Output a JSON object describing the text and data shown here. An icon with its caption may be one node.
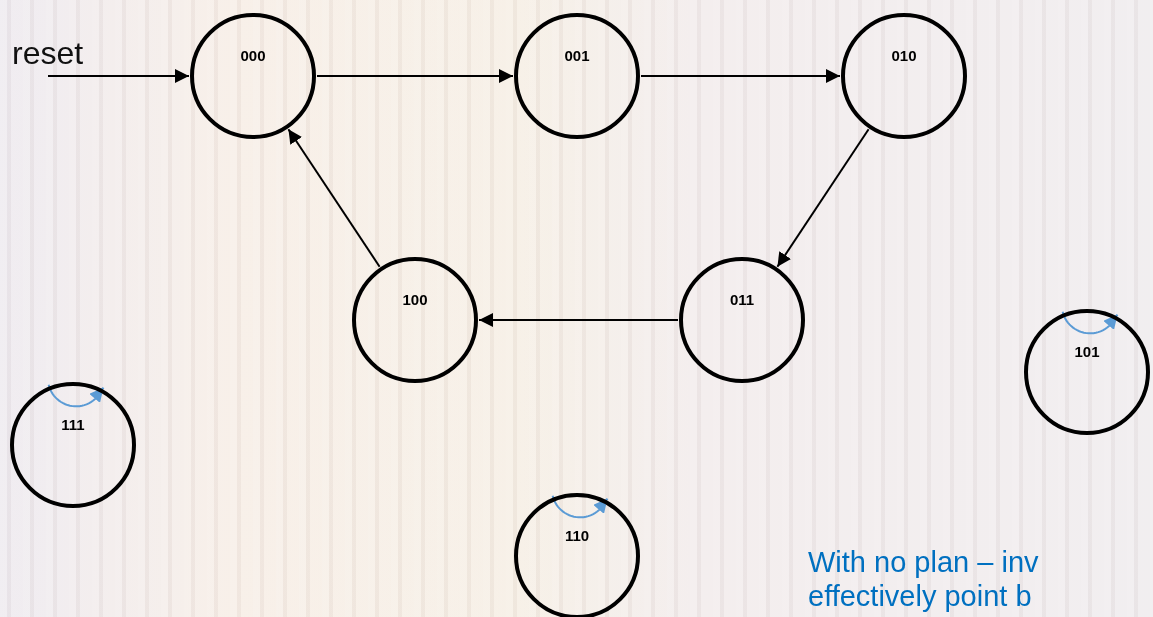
{
  "diagram": {
    "nodes": [
      {
        "text": [
          "reset"
        ]
      },
      {
        "text": [
          "000"
        ]
      },
      {
        "text": [
          "001"
        ]
      },
      {
        "text": [
          "010"
        ]
      },
      {
        "text": [
          "011"
        ]
      },
      {
        "text": [
          "100"
        ]
      },
      {
        "text": [
          "101"
        ]
      },
      {
        "text": [
          "111"
        ]
      },
      {
        "text": [
          "110"
        ]
      }
    ],
    "edges": [
      {
        "from": 0,
        "to": 1,
        "arrow": "to"
      },
      {
        "from": 1,
        "to": 2,
        "arrow": "to"
      },
      {
        "from": 2,
        "to": 3,
        "arrow": "to"
      },
      {
        "from": 3,
        "to": 4,
        "arrow": "to"
      },
      {
        "from": 4,
        "to": 5,
        "arrow": "to"
      },
      {
        "from": 5,
        "to": 1,
        "arrow": "to"
      },
      {
        "from": 6,
        "to": 6,
        "arrow": "to",
        "color": "#5b9bd5"
      },
      {
        "from": 7,
        "to": 7,
        "arrow": "to",
        "color": "#5b9bd5"
      },
      {
        "from": 8,
        "to": 8,
        "arrow": "to",
        "color": "#5b9bd5"
      }
    ],
    "labels": [
      "With no plan – inv effectively point b"
    ]
  }
}
